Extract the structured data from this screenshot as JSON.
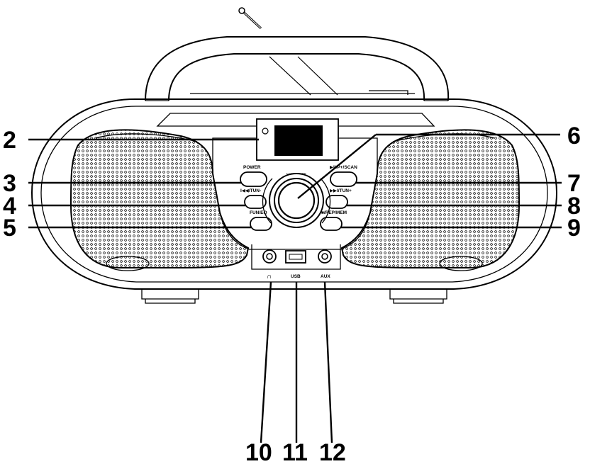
{
  "device": {
    "panel_labels": {
      "power": "POWER",
      "volume": "VOLUME",
      "play_scan": "▶II/P+/SCAN",
      "prev_tune": "I◀◀/TUN-",
      "next_tune": "▶▶I/TUN+",
      "func_eq": "FUN/EQ",
      "stop_repeat": "■/REP/MEM",
      "usb": "USB",
      "aux": "AUX",
      "headphone_symbol": "∩"
    }
  },
  "callouts": [
    {
      "id": "2",
      "label": "2"
    },
    {
      "id": "3",
      "label": "3"
    },
    {
      "id": "4",
      "label": "4"
    },
    {
      "id": "5",
      "label": "5"
    },
    {
      "id": "6",
      "label": "6"
    },
    {
      "id": "7",
      "label": "7"
    },
    {
      "id": "8",
      "label": "8"
    },
    {
      "id": "9",
      "label": "9"
    },
    {
      "id": "10",
      "label": "10"
    },
    {
      "id": "11",
      "label": "11"
    },
    {
      "id": "12",
      "label": "12"
    }
  ]
}
